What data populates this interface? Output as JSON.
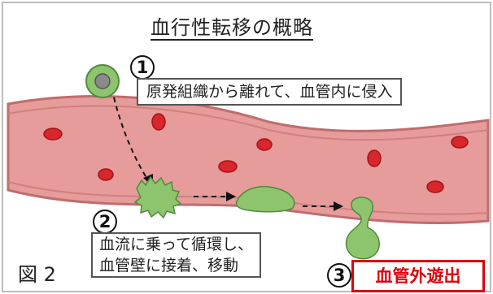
{
  "title": "血行性転移の概略",
  "figure_label": "図 2",
  "steps": [
    {
      "number": "1",
      "text": "原発組織から離れて、血管内に侵入"
    },
    {
      "number": "2",
      "line1": "血流に乗って循環し、",
      "line2": "血管壁に接着、移動"
    },
    {
      "number": "3",
      "text": "血管外遊出"
    }
  ],
  "colors": {
    "vessel": "#e59c9a",
    "vessel_edge": "#c06c6e",
    "rbc": "#d8262b",
    "cell": "#8fc46e",
    "cell_edge": "#4e8c3a",
    "accent": "#e0000e"
  }
}
